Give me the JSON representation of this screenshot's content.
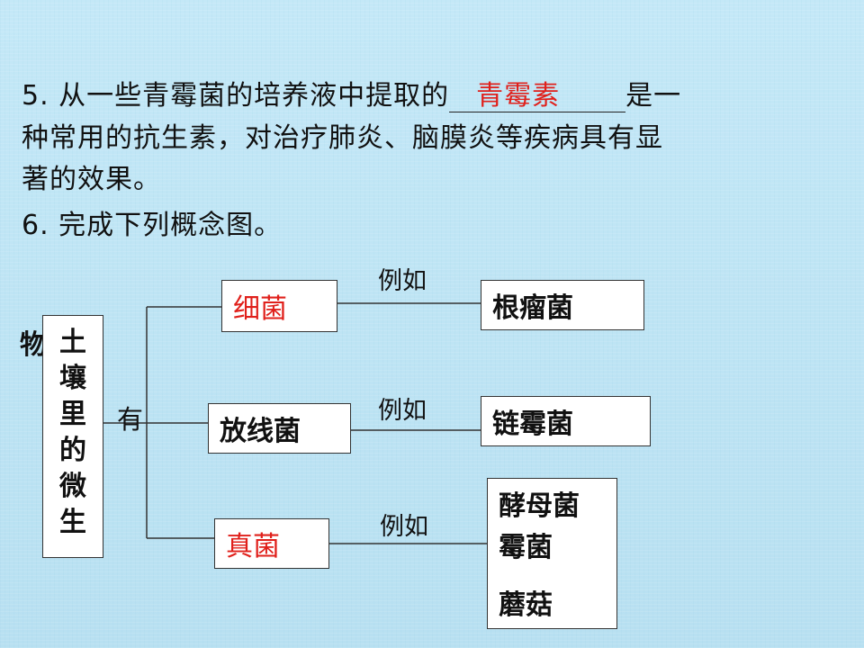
{
  "q5": {
    "line1_prefix": "5. 从一些青霉菌的培养液中提取的",
    "answer": "青霉素",
    "line1_suffix": "是一",
    "line2": "种常用的抗生素，对治疗肺炎、脑膜炎等疾病具有显",
    "line3": "著的效果。"
  },
  "q6": {
    "text": "6. 完成下列概念图。"
  },
  "concept_map": {
    "root_outside_char": "物",
    "root_chars": [
      "土",
      "壤",
      "里",
      "的",
      "微",
      "生"
    ],
    "connector_label": "有",
    "branches": [
      {
        "category": "细菌",
        "category_color": "#e0201b",
        "relation": "例如",
        "examples": [
          "根瘤菌"
        ]
      },
      {
        "category": "放线菌",
        "category_color": "#111111",
        "relation": "例如",
        "examples": [
          "链霉菌"
        ]
      },
      {
        "category": "真菌",
        "category_color": "#e0201b",
        "relation": "例如",
        "examples": [
          "酵母菌",
          "霉菌",
          "蘑菇"
        ]
      }
    ]
  }
}
